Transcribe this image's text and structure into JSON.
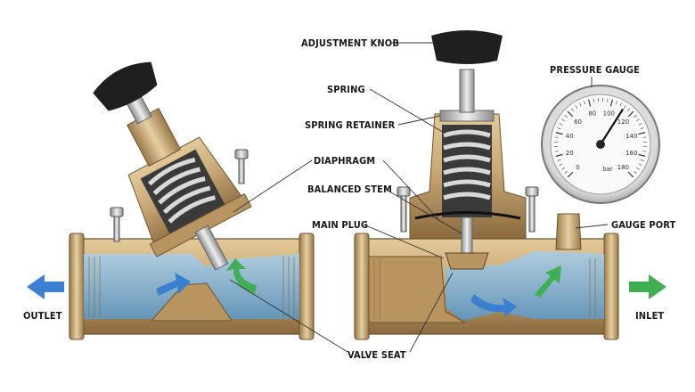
{
  "labels": {
    "adjustment_knob": "ADJUSTMENT KNOB",
    "spring": "SPRING",
    "spring_retainer": "SPRING RETAINER",
    "diaphragm": "DIAPHRAGM",
    "balanced_stem": "BALANCED STEM",
    "main_plug": "MAIN PLUG",
    "valve_seat": "VALVE SEAT",
    "pressure_gauge": "PRESSURE GAUGE",
    "gauge_port": "GAUGE PORT",
    "outlet": "OUTLET",
    "inlet": "INLET"
  },
  "gauge": {
    "ticks": [
      "0",
      "20",
      "40",
      "60",
      "80",
      "100",
      "120",
      "140",
      "160",
      "180"
    ],
    "unit": "bar",
    "needle_fraction": 0.62
  },
  "colors": {
    "brass": "#c9a877",
    "brass_dark": "#8a6a3d",
    "water": "#7fb2d6",
    "arrow_blue": "#3b7fd0",
    "arrow_green": "#3fae54",
    "knob": "#1f1f1f"
  }
}
